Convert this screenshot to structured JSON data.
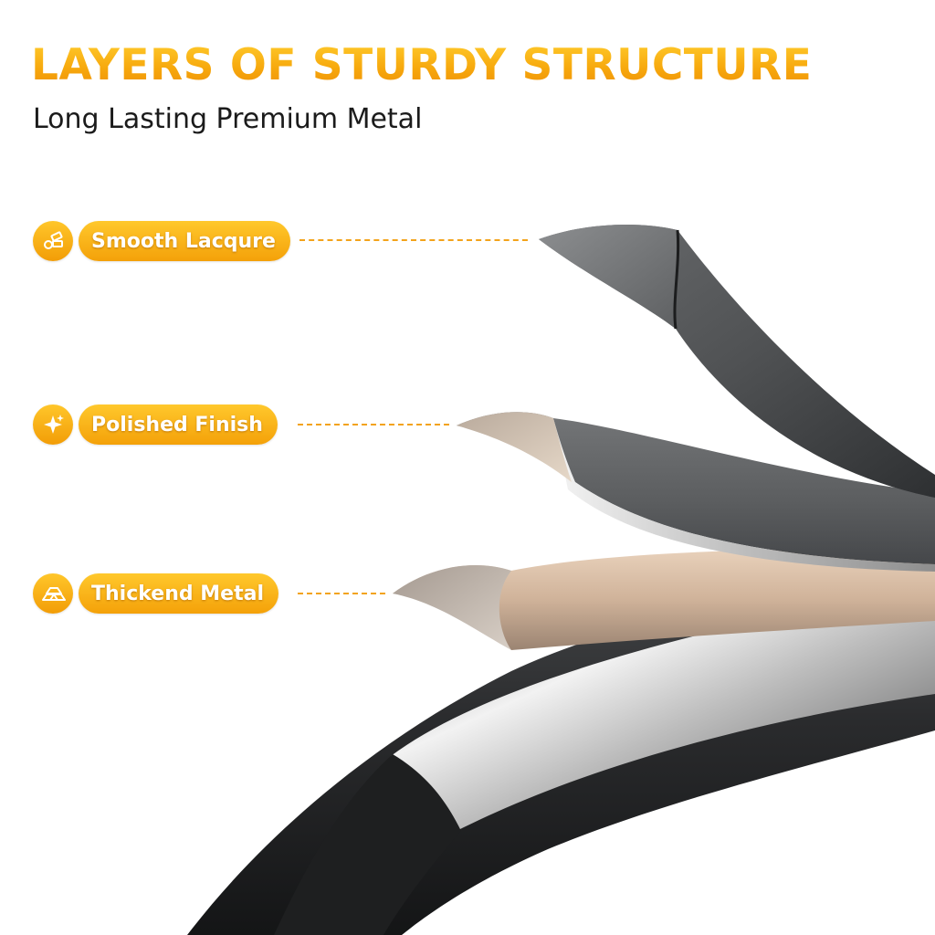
{
  "header": {
    "title": "LAYERS OF STURDY STRUCTURE",
    "subtitle": "Long Lasting Premium Metal"
  },
  "callouts": [
    {
      "label": "Smooth Lacqure",
      "icon": "layers-icon"
    },
    {
      "label": "Polished Finish",
      "icon": "sparkle-icon"
    },
    {
      "label": "Thickend Metal",
      "icon": "metal-bars-icon"
    }
  ],
  "colors": {
    "accent": "#f5a60d",
    "accent_light": "#ffc82c",
    "text_dark": "#1b1b1b",
    "coating_dark": "#555759",
    "polished_silver": "#a8a8a8",
    "core_metal": "#d2b49a"
  }
}
